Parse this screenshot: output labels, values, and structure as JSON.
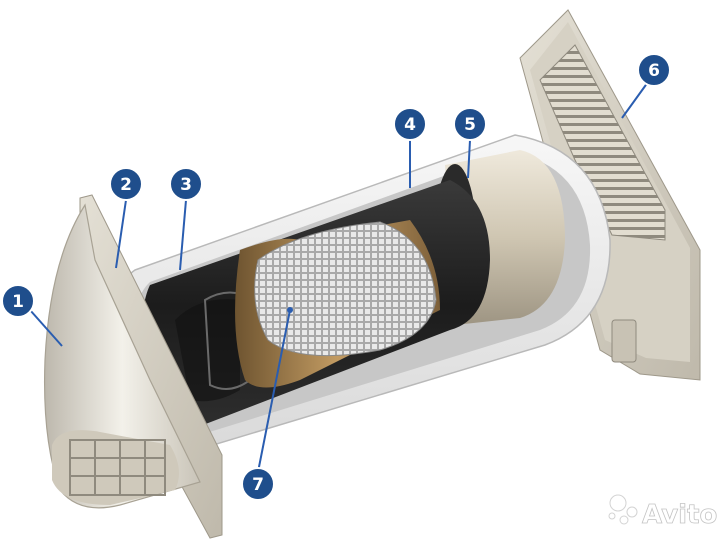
{
  "callouts": [
    {
      "label": "1"
    },
    {
      "label": "2"
    },
    {
      "label": "3"
    },
    {
      "label": "4"
    },
    {
      "label": "5"
    },
    {
      "label": "6"
    },
    {
      "label": "7"
    }
  ],
  "colors": {
    "badge": "#1f4e8c",
    "leader": "#2a5db0",
    "insulation": "#eeeeee",
    "core": "#b08a55",
    "grille": "#dcd8cc"
  },
  "watermark": {
    "text": "Avito",
    "icon": "avito-logo-icon"
  }
}
